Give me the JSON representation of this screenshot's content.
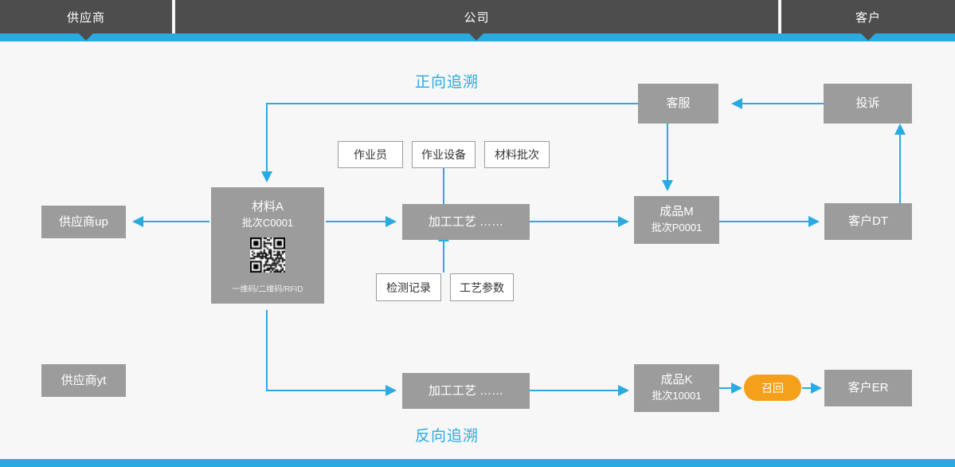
{
  "header": {
    "columns": [
      {
        "label": "供应商"
      },
      {
        "label": "公司"
      },
      {
        "label": "客户"
      }
    ]
  },
  "titles": {
    "forward": "正向追溯",
    "backward": "反向追溯"
  },
  "nodes": {
    "supplier_up": {
      "label": "供应商up"
    },
    "supplier_yt": {
      "label": "供应商yt"
    },
    "material_a": {
      "name": "材料A",
      "batch": "批次C0001",
      "code_types": "一维码/二维码/RFID",
      "qr_alt": "qr-code"
    },
    "process_top": {
      "label": "加工工艺  ……"
    },
    "process_bottom": {
      "label": "加工工艺  ……"
    },
    "product_m": {
      "name": "成品M",
      "batch": "批次P0001"
    },
    "product_k": {
      "name": "成品K",
      "batch": "批次10001"
    },
    "customer_service": {
      "label": "客服"
    },
    "complaint": {
      "label": "投诉"
    },
    "customer_dt": {
      "label": "客户DT"
    },
    "customer_er": {
      "label": "客户ER"
    },
    "recall": {
      "label": "召回"
    }
  },
  "attributes": {
    "operator": "作业员",
    "equipment": "作业设备",
    "material_batch": "材料批次",
    "inspection_record": "检测记录",
    "process_parameters": "工艺参数"
  },
  "colors": {
    "accent_blue": "#29abe2",
    "header_gray": "#4d4d4d",
    "node_gray": "#9c9c9c",
    "recall_orange": "#f5a01b",
    "page_bg": "#f7f7f7"
  }
}
